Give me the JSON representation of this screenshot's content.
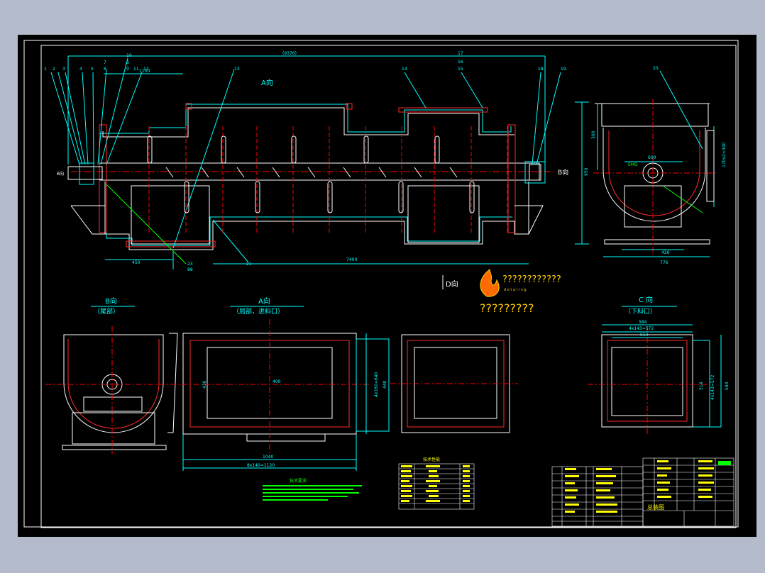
{
  "colors": {
    "background": "#b4bccb",
    "sheet": "#000000",
    "border": "#ffffff",
    "outline": "#ffffff",
    "dimension": "#00ffff",
    "centerline": "#ff0000",
    "part": "#ff2a2a",
    "note": "#00ff00",
    "title_block": "#ffff00",
    "logo_text": "#ffcc00"
  },
  "main_view": {
    "overall_dim": "(9376)",
    "a_view_label": "A向",
    "b_view_label": "B向",
    "left_end_label": "B向",
    "dim_1150": "1150",
    "dim_450": "450",
    "dim_7400": "7400",
    "dim_950": "950",
    "callouts": [
      "1",
      "2",
      "3",
      "4",
      "5",
      "6",
      "7",
      "8",
      "9",
      "10",
      "11",
      "12",
      "13",
      "14",
      "15",
      "16",
      "17",
      "18",
      "19",
      "21",
      "23",
      "88"
    ]
  },
  "side_view": {
    "callout": "20",
    "dim_600": "600",
    "dim_300": "300",
    "dim_426": "426",
    "dim_776": "776",
    "dim_right": "170x2=340",
    "inner_label": "EMG"
  },
  "watermark": {
    "d_label": "D向",
    "line1": "????????????",
    "line2": "?????????",
    "small_text": "d e t a l i n g"
  },
  "b_view": {
    "title": "B向",
    "subtitle": "（尾部）"
  },
  "a_view": {
    "title": "A向",
    "subtitle": "（局部，进料口）",
    "dim_1040": "1040",
    "dim_bottom": "8x140=1120",
    "dim_side": "4x160=640",
    "dim_400": "400",
    "dim_436": "436",
    "dim_440": "440"
  },
  "c_view": {
    "title": "C 向",
    "subtitle": "（下料口）",
    "dim_584": "584",
    "dim_top": "4x143=572",
    "dim_514": "514",
    "dim_side": "4x143=572",
    "dim_514b": "514",
    "dim_584b": "584"
  },
  "notes": {
    "title": "技术要求"
  },
  "spec_table": {
    "title": "技术性能"
  },
  "title_block": {
    "drawing_title": "总装图"
  }
}
